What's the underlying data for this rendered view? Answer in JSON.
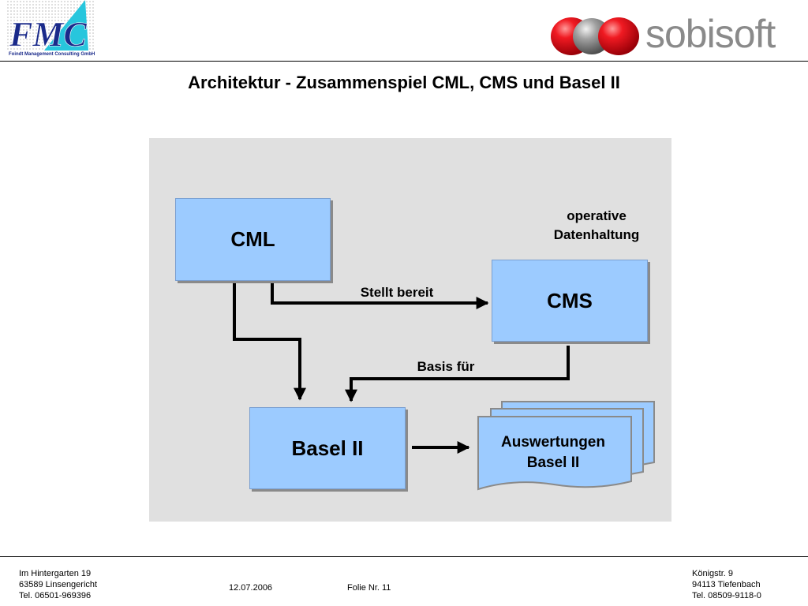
{
  "header": {
    "fmc_logo_text": "FMC",
    "fmc_logo_caption": "Foindt Management Consulting GmbH",
    "sobisoft_logo_text": "sobisoft"
  },
  "title": "Architektur - Zusammenspiel CML, CMS und Basel II",
  "diagram": {
    "nodes": {
      "cml": "CML",
      "cms": "CMS",
      "basel": "Basel II",
      "report_line1": "Auswertungen",
      "report_line2": "Basel II"
    },
    "labels": {
      "operative_line1": "operative",
      "operative_line2": "Datenhaltung",
      "stellt_bereit": "Stellt bereit",
      "basis_fuer": "Basis für"
    }
  },
  "footer": {
    "left": [
      "Im Hintergarten 19",
      "63589 Linsengericht",
      "Tel. 06501-969396"
    ],
    "date": "12.07.2006",
    "slide": "Folie Nr. 11",
    "right": [
      "Königstr. 9",
      "94113 Tiefenbach",
      "Tel. 08509-9118-0"
    ]
  },
  "colors": {
    "box_fill": "#9ccbff",
    "panel_fill": "#e0e0e0",
    "sobisoft_red": "#e8141c",
    "sobisoft_gray": "#8a8a8a",
    "fmc_cyan": "#27c6dd",
    "fmc_blue": "#1a2a8a"
  }
}
